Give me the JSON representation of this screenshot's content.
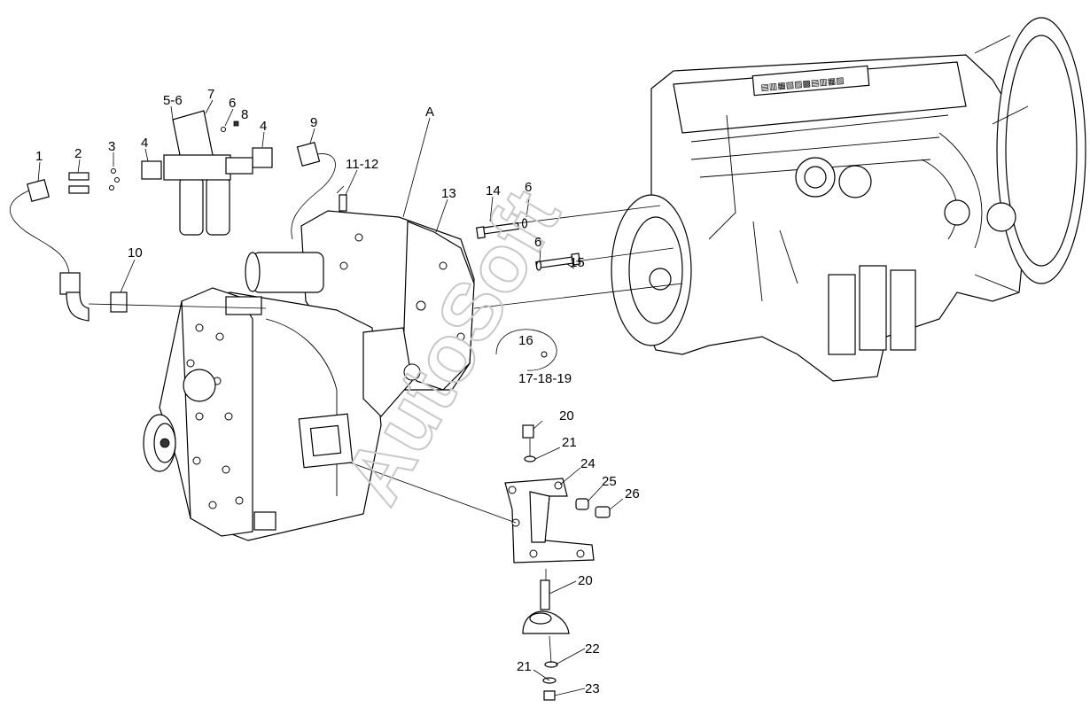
{
  "watermark": "AutoSoft",
  "colors": {
    "line": "#000000",
    "background": "#ffffff",
    "watermark": "#c8c8c8"
  },
  "callouts": {
    "c1": "1",
    "c2": "2",
    "c3": "3",
    "c4a": "4",
    "c4b": "4",
    "c5_6": "5-6",
    "c7": "7",
    "c6a": "6",
    "c8": "8",
    "c9": "9",
    "c10": "10",
    "c11_12": "11-12",
    "cA": "A",
    "c13": "13",
    "c14": "14",
    "c6b": "6",
    "c6c": "6",
    "c15": "15",
    "c16": "16",
    "c17_18_19": "17-18-19",
    "c20a": "20",
    "c21a": "21",
    "c24": "24",
    "c25": "25",
    "c26": "26",
    "c20b": "20",
    "c22": "22",
    "c21b": "21",
    "c23": "23"
  }
}
